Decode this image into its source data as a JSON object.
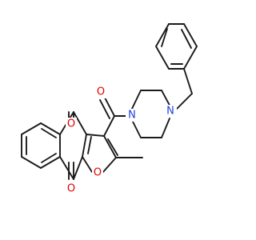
{
  "structure": {
    "colors": {
      "bond": "#1a1a1a",
      "oxygen": "#e00000",
      "nitrogen": "#2040e0",
      "background": "#ffffff"
    },
    "atom_labels": {
      "carbonyl_oxygen": "O",
      "quinone_oxygen_top": "O",
      "quinone_oxygen_bottom": "O",
      "furan_oxygen": "O",
      "piperazine_n_amide": "N",
      "piperazine_n_benzyl": "N"
    }
  }
}
